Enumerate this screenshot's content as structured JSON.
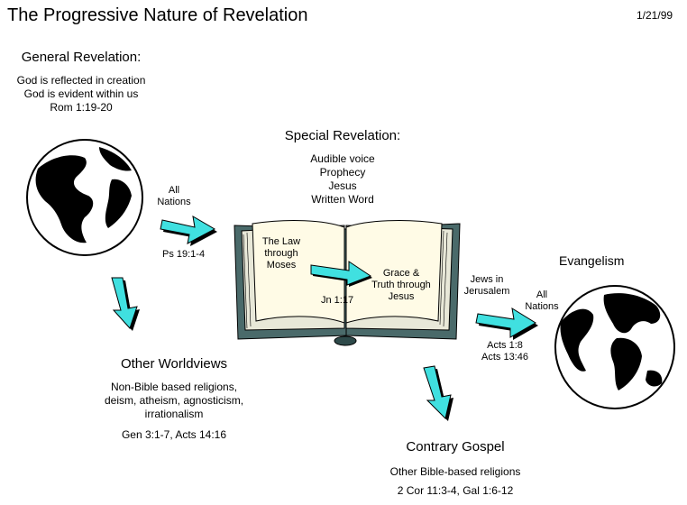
{
  "header": {
    "title": "The Progressive Nature of Revelation",
    "date": "1/21/99"
  },
  "general": {
    "heading": "General Revelation:",
    "lines": [
      "God is reflected in creation",
      "God is evident within us",
      "Rom 1:19-20"
    ]
  },
  "special": {
    "heading": "Special Revelation:",
    "lines": [
      "Audible voice",
      "Prophecy",
      "Jesus",
      "Written Word"
    ]
  },
  "arrow1": {
    "label_top": "All",
    "label_bottom": "Nations",
    "ref": "Ps 19:1-4"
  },
  "book": {
    "left_lines": [
      "The Law",
      "through",
      "Moses"
    ],
    "right_lines": [
      "Grace &",
      "Truth through",
      "Jesus"
    ],
    "ref": "Jn 1:17"
  },
  "evangelism": {
    "heading": "Evangelism",
    "jews_lines": [
      "Jews in",
      "Jerusalem"
    ],
    "nations_lines": [
      "All",
      "Nations"
    ],
    "refs": [
      "Acts 1:8",
      "Acts 13:46"
    ]
  },
  "worldviews": {
    "heading": "Other Worldviews",
    "lines": [
      "Non-Bible based religions,",
      "deism, atheism, agnosticism,",
      "irrationalism"
    ],
    "ref": "Gen 3:1-7, Acts 14:16"
  },
  "contrary": {
    "heading": "Contrary Gospel",
    "line": "Other Bible-based religions",
    "ref": "2 Cor 11:3-4, Gal 1:6-12"
  },
  "colors": {
    "arrow": "#40e0e0",
    "book_cover": "#4a6a6a",
    "book_page": "#fffbe6"
  }
}
